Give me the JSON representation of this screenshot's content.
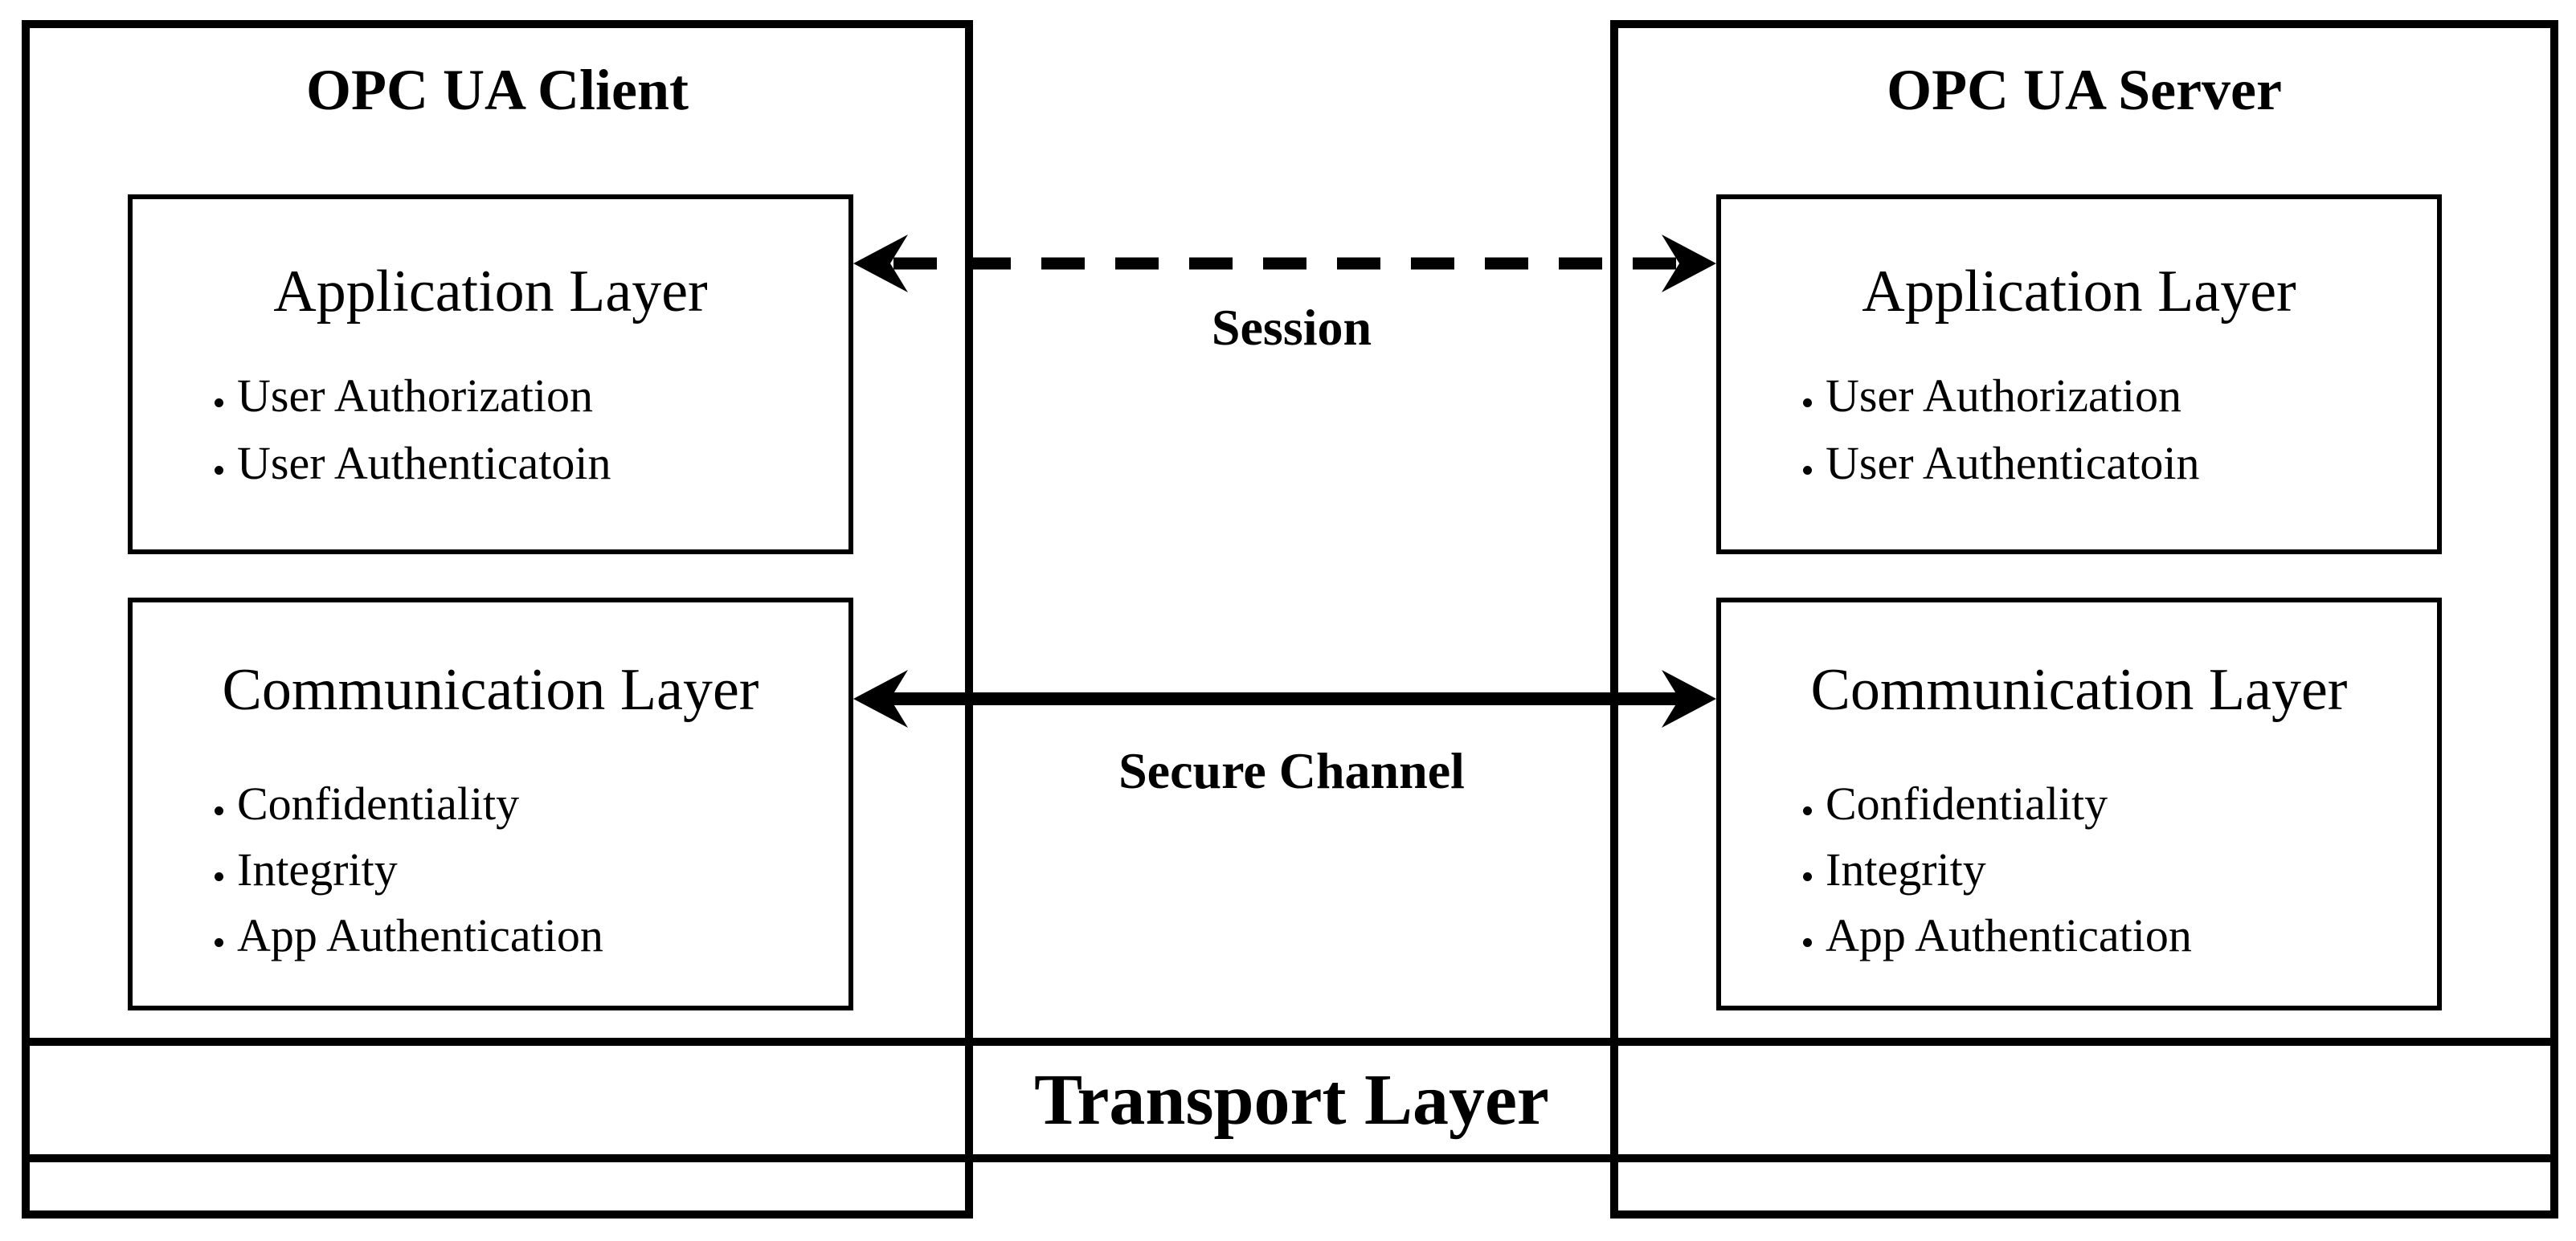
{
  "colors": {
    "ink": "#000000",
    "background": "#ffffff"
  },
  "client": {
    "title": "OPC UA Client",
    "application_layer": {
      "title": "Application Layer",
      "items": [
        "User Authorization",
        "User Authenticatoin"
      ]
    },
    "communication_layer": {
      "title": "Communication Layer",
      "items": [
        "Confidentiality",
        "Integrity",
        "App Authentication"
      ]
    }
  },
  "server": {
    "title": "OPC UA Server",
    "application_layer": {
      "title": "Application Layer",
      "items": [
        "User Authorization",
        "User Authenticatoin"
      ]
    },
    "communication_layer": {
      "title": "Communication Layer",
      "items": [
        "Confidentiality",
        "Integrity",
        "App Authentication"
      ]
    }
  },
  "connections": {
    "session": {
      "label": "Session",
      "style": "dashed",
      "between": "application layers"
    },
    "secure_channel": {
      "label": "Secure Channel",
      "style": "solid",
      "between": "communication layers"
    }
  },
  "transport": {
    "label": "Transport Layer"
  }
}
